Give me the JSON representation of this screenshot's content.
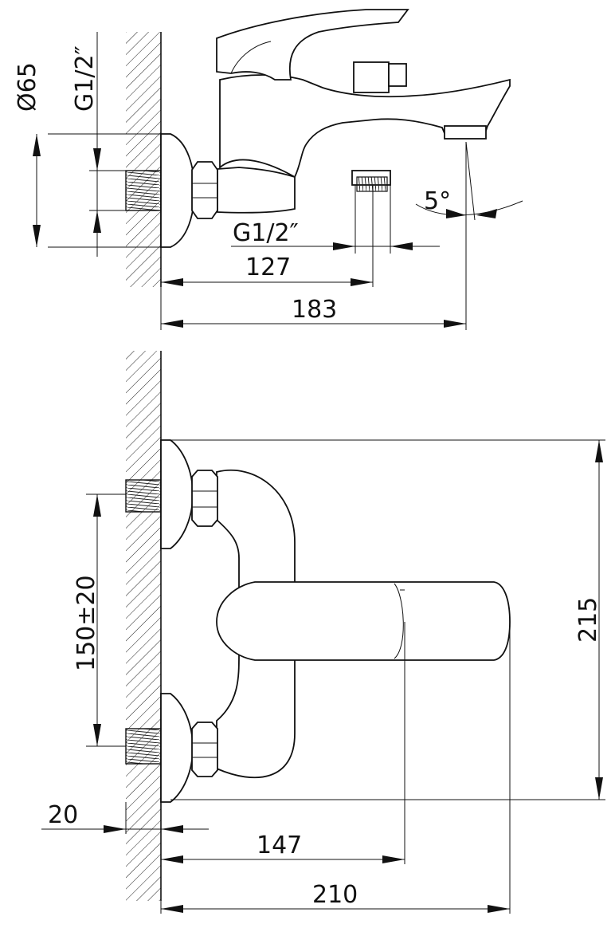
{
  "side_view": {
    "diameter_label": "Ø65",
    "thread_wall_label": "G1/2″",
    "thread_outlet_label": "G1/2″",
    "angle_label": "5°",
    "dim_127": "127",
    "dim_183": "183"
  },
  "front_view": {
    "spacing_label": "150±20",
    "height_label": "215",
    "wall_label": "20",
    "dim_147": "147",
    "dim_210": "210"
  }
}
